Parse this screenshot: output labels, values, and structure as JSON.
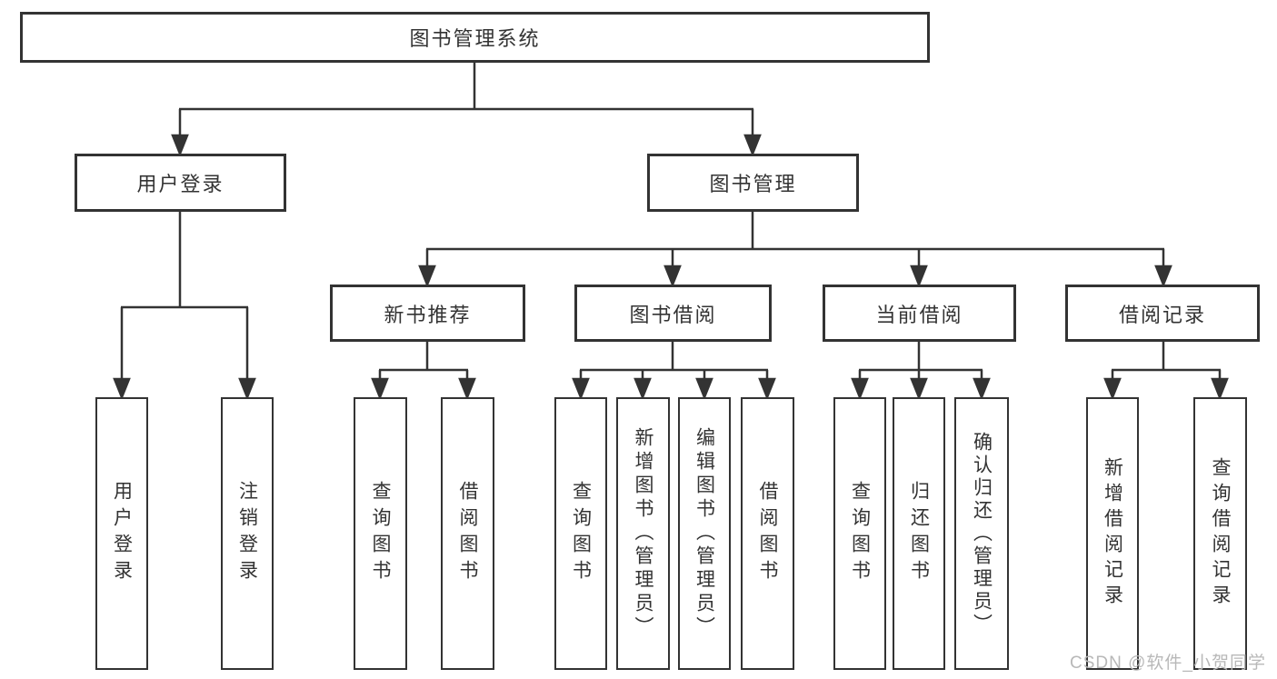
{
  "diagram": {
    "title": "图书管理系统",
    "nodes": {
      "root": "图书管理系统",
      "level2": [
        "用户登录",
        "图书管理"
      ],
      "level3": [
        "新书推荐",
        "图书借阅",
        "当前借阅",
        "借阅记录"
      ],
      "leaves_user_login": [
        "用户登录",
        "注销登录"
      ],
      "leaves_new_book": [
        "查询图书",
        "借阅图书"
      ],
      "leaves_book_borrow": [
        "查询图书",
        "新增图书（管理员）",
        "编辑图书（管理员）",
        "借阅图书"
      ],
      "leaves_current_borrow": [
        "查询图书",
        "归还图书",
        "确认归还（管理员）"
      ],
      "leaves_borrow_record": [
        "新增借阅记录",
        "查询借阅记录"
      ]
    },
    "colors": {
      "line": "#333333",
      "text": "#333333",
      "box_fill": "#ffffff",
      "watermark": "#b8b8b8"
    },
    "watermark": "CSDN @软件_小贺同学"
  }
}
